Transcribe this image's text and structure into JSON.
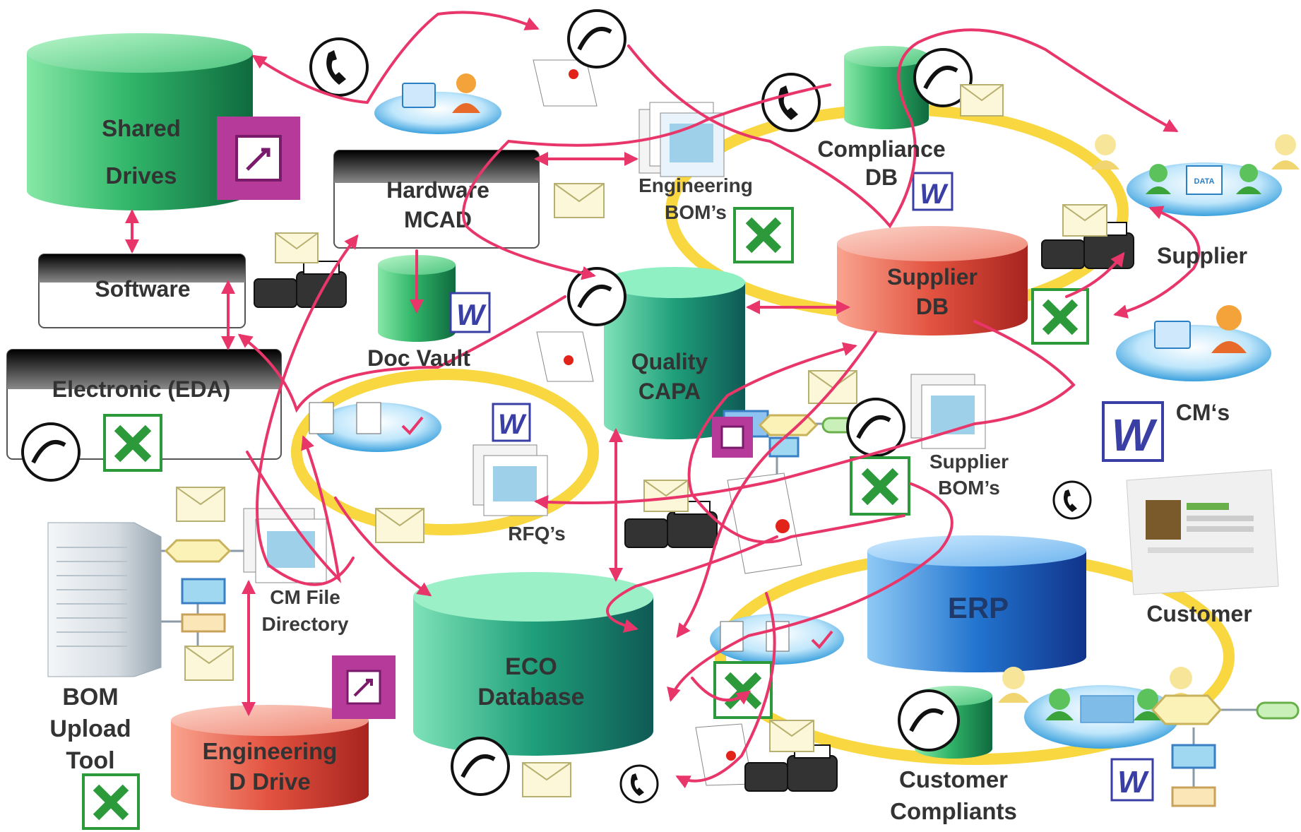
{
  "nodes": {
    "shared_drives": {
      "line1": "Shared",
      "line2": "Drives"
    },
    "hardware_mcad": {
      "line1": "Hardware",
      "line2": "MCAD"
    },
    "software": {
      "label": "Software"
    },
    "electronic_eda": {
      "label": "Electronic (EDA)"
    },
    "doc_vault": {
      "label": "Doc Vault"
    },
    "quality_capa": {
      "line1": "Quality",
      "line2": "CAPA"
    },
    "compliance_db": {
      "line1": "Compliance",
      "line2": "DB"
    },
    "supplier_db": {
      "line1": "Supplier",
      "line2": "DB"
    },
    "erp": {
      "label": "ERP"
    },
    "eco_database": {
      "line1": "ECO",
      "line2": "Database"
    },
    "engineering_d_drive": {
      "line1": "Engineering",
      "line2": "D Drive"
    },
    "customer_compliants": {
      "line1": "Customer",
      "line2": "Compliants"
    }
  },
  "labels": {
    "engineering_boms": {
      "line1": "Engineering",
      "line2": "BOM’s"
    },
    "supplier": "Supplier",
    "cms": "CM‘s",
    "supplier_boms": {
      "line1": "Supplier",
      "line2": "BOM’s"
    },
    "rfqs": "RFQ’s",
    "cm_file_directory": {
      "line1": "CM File",
      "line2": "Directory"
    },
    "bom_upload_tool": {
      "line1": "BOM",
      "line2": "Upload",
      "line3": "Tool"
    },
    "customer": "Customer"
  },
  "icon_text": {
    "word": "W",
    "data_doc": "DATA"
  },
  "colors": {
    "arrow": "#e8366a",
    "ring": "#f7d32b",
    "green_db": "#2aa35f",
    "red_db": "#e24a3e",
    "blue_db": "#1e72c8",
    "excel": "#2c9a3a",
    "word": "#3a3fa6",
    "access": "#b53a9a"
  }
}
